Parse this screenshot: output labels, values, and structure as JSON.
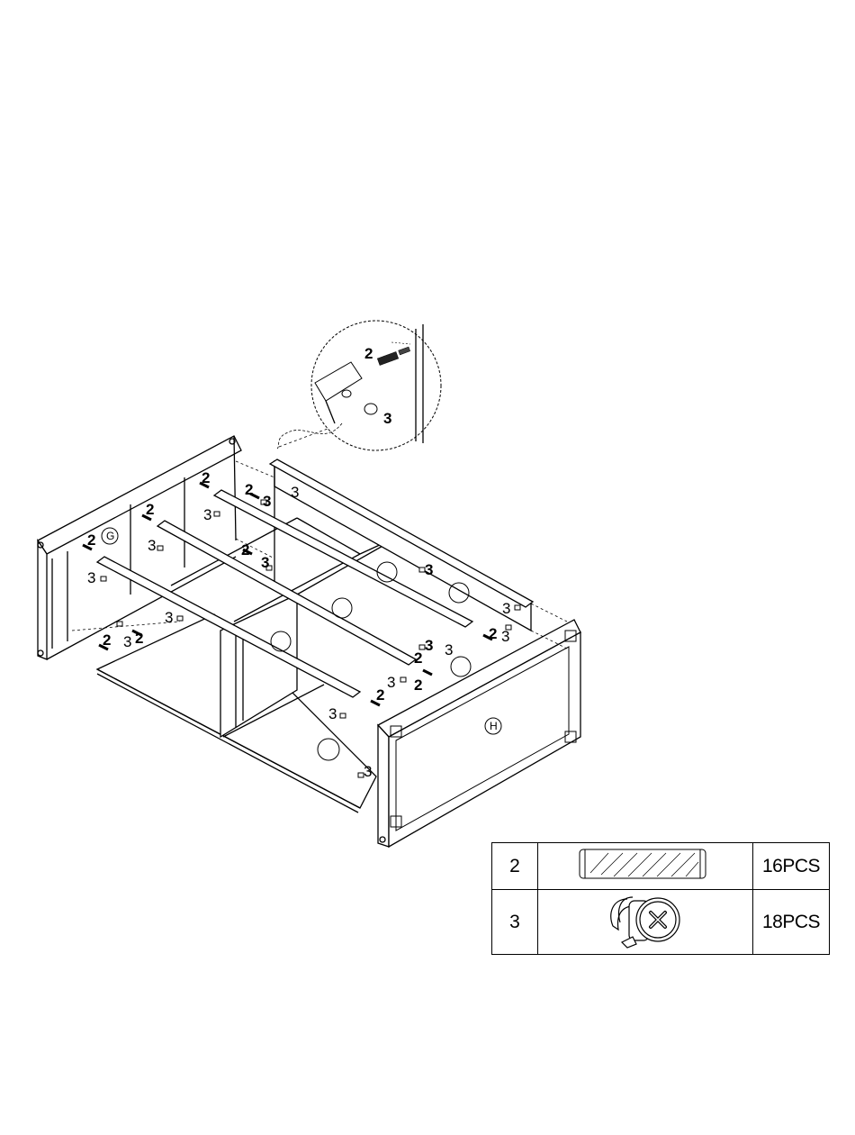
{
  "panels": {
    "left": "G",
    "right": "H"
  },
  "callouts": {
    "detail_dowel": "2",
    "detail_cam": "3",
    "dowel": "2",
    "cam": "3"
  },
  "parts": [
    {
      "id": "2",
      "icon": "wooden-dowel-icon",
      "qty": "16PCS"
    },
    {
      "id": "3",
      "icon": "cam-lock-icon",
      "qty": "18PCS"
    }
  ]
}
